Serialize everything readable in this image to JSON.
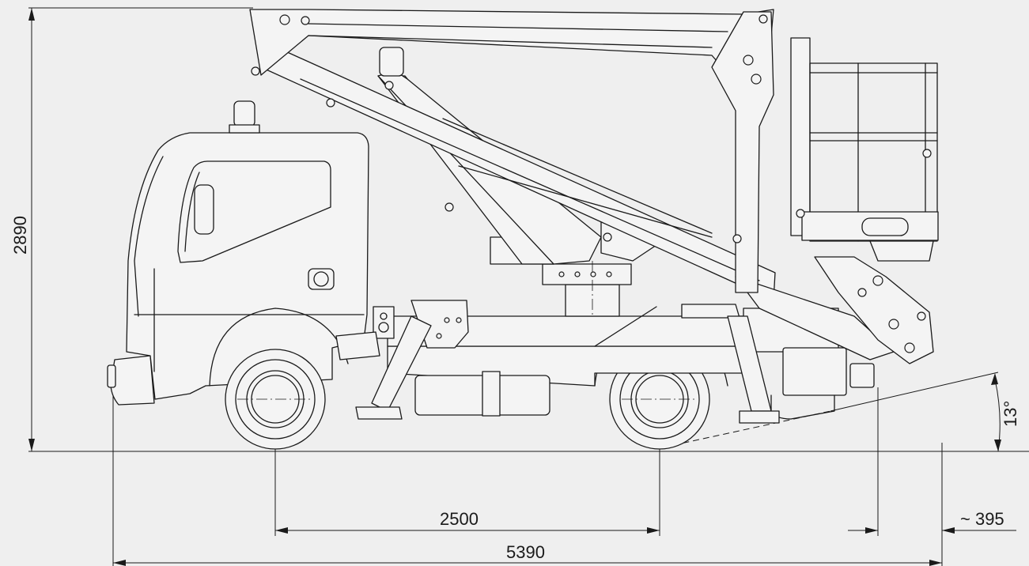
{
  "dimensions": {
    "overall_height": "2890",
    "wheelbase": "2500",
    "overall_length": "5390",
    "rear_overhang": "~ 395",
    "departure_angle": "13°"
  }
}
